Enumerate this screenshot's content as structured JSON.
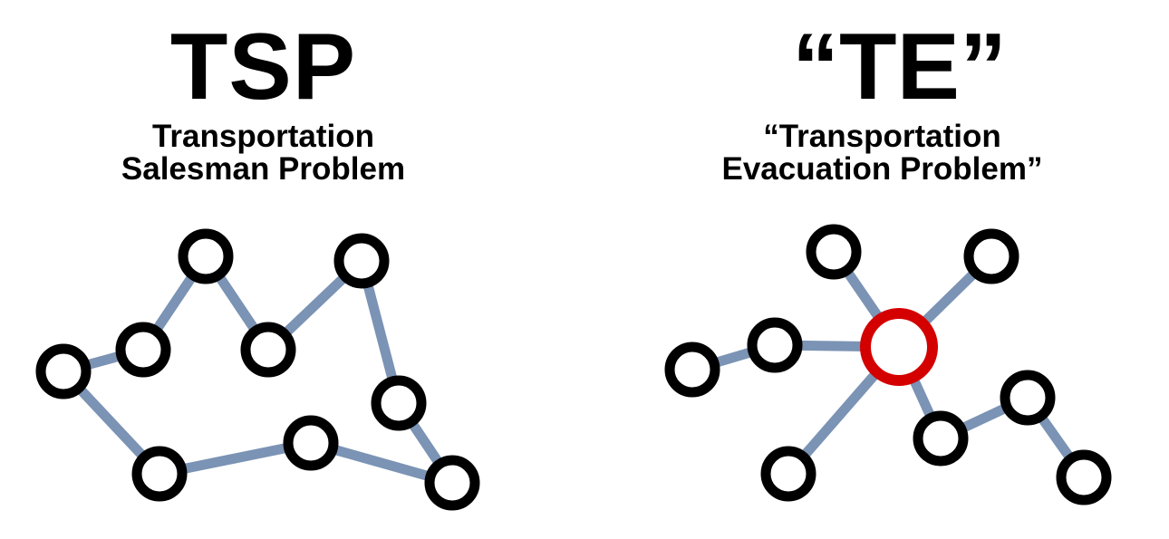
{
  "tsp": {
    "title": "TSP",
    "subtitle_line1": "Transportation",
    "subtitle_line2": "Salesman Problem"
  },
  "te": {
    "title": "“TE”",
    "subtitle_line1": "“Transportation",
    "subtitle_line2": "Evacuation Problem”"
  },
  "colors": {
    "edge": "#7b93b4",
    "node_stroke": "#000000",
    "hub_stroke": "#d40000",
    "node_fill": "#ffffff"
  }
}
